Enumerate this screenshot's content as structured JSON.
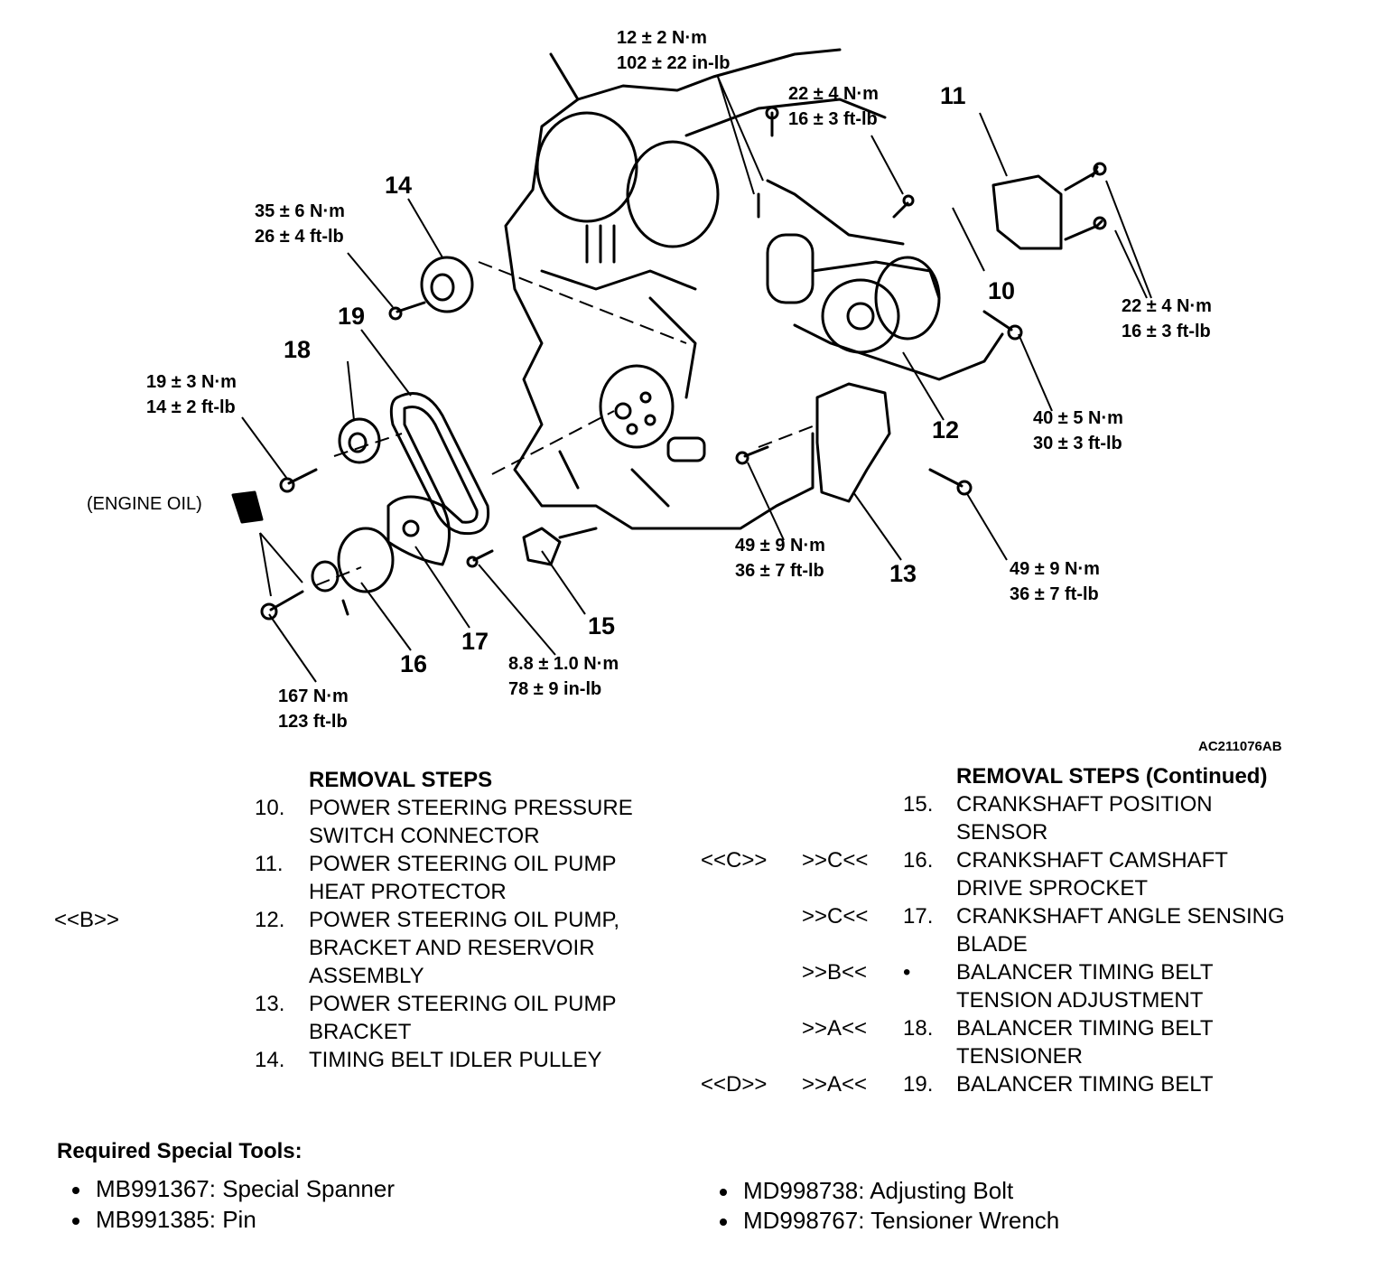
{
  "figure_id": "AC211076AB",
  "callouts": [
    "10",
    "11",
    "12",
    "13",
    "14",
    "15",
    "16",
    "17",
    "18",
    "19"
  ],
  "engine_oil_label": "(ENGINE OIL)",
  "torques": {
    "t12nm": "12 ± 2 N·m\n102 ± 22 in-lb",
    "t22nm_top": "22 ± 4 N·m\n16 ± 3 ft-lb",
    "t35nm": "35 ± 6 N·m\n26 ± 4 ft-lb",
    "t22nm_right": "22 ± 4 N·m\n16 ± 3 ft-lb",
    "t19nm": "19 ± 3 N·m\n14 ± 2 ft-lb",
    "t40nm": "40 ± 5 N·m\n30 ± 3 ft-lb",
    "t49nm_mid": "49 ± 9 N·m\n36 ± 7 ft-lb",
    "t49nm_right": "49 ± 9 N·m\n36 ± 7 ft-lb",
    "t8nm": "8.8 ± 1.0 N·m\n78 ± 9 in-lb",
    "t167nm": "167 N·m\n123 ft-lb"
  },
  "removal_left": {
    "title": "REMOVAL STEPS",
    "rows": [
      {
        "a": "",
        "n": "10.",
        "t": "POWER STEERING PRESSURE"
      },
      {
        "a": "",
        "n": "",
        "t": "SWITCH CONNECTOR"
      },
      {
        "a": "",
        "n": "11.",
        "t": "POWER STEERING OIL PUMP"
      },
      {
        "a": "",
        "n": "",
        "t": "HEAT PROTECTOR"
      },
      {
        "a": "<<B>>",
        "n": "12.",
        "t": "POWER STEERING OIL PUMP,"
      },
      {
        "a": "",
        "n": "",
        "t": "BRACKET AND RESERVOIR"
      },
      {
        "a": "",
        "n": "",
        "t": "ASSEMBLY"
      },
      {
        "a": "",
        "n": "13.",
        "t": "POWER STEERING OIL PUMP"
      },
      {
        "a": "",
        "n": "",
        "t": "BRACKET"
      },
      {
        "a": "",
        "n": "14.",
        "t": "TIMING BELT IDLER PULLEY"
      }
    ]
  },
  "removal_right": {
    "title": "REMOVAL STEPS (Continued)",
    "rows": [
      {
        "r": "",
        "i": "",
        "n": "15.",
        "t": "CRANKSHAFT POSITION"
      },
      {
        "r": "",
        "i": "",
        "n": "",
        "t": "SENSOR"
      },
      {
        "r": "<<C>>",
        "i": ">>C<<",
        "n": "16.",
        "t": "CRANKSHAFT CAMSHAFT"
      },
      {
        "r": "",
        "i": "",
        "n": "",
        "t": "DRIVE SPROCKET"
      },
      {
        "r": "",
        "i": ">>C<<",
        "n": "17.",
        "t": "CRANKSHAFT ANGLE SENSING"
      },
      {
        "r": "",
        "i": "",
        "n": "",
        "t": "BLADE"
      },
      {
        "r": "",
        "i": ">>B<<",
        "n": "•",
        "t": "BALANCER TIMING BELT"
      },
      {
        "r": "",
        "i": "",
        "n": "",
        "t": "TENSION ADJUSTMENT"
      },
      {
        "r": "",
        "i": ">>A<<",
        "n": "18.",
        "t": "BALANCER TIMING BELT"
      },
      {
        "r": "",
        "i": "",
        "n": "",
        "t": "TENSIONER"
      },
      {
        "r": "<<D>>",
        "i": ">>A<<",
        "n": "19.",
        "t": "BALANCER TIMING BELT"
      }
    ]
  },
  "tools": {
    "title": "Required Special Tools:",
    "items": [
      "MB991367: Special Spanner",
      "MB991385: Pin",
      "MD998738: Adjusting Bolt",
      "MD998767: Tensioner Wrench"
    ]
  }
}
